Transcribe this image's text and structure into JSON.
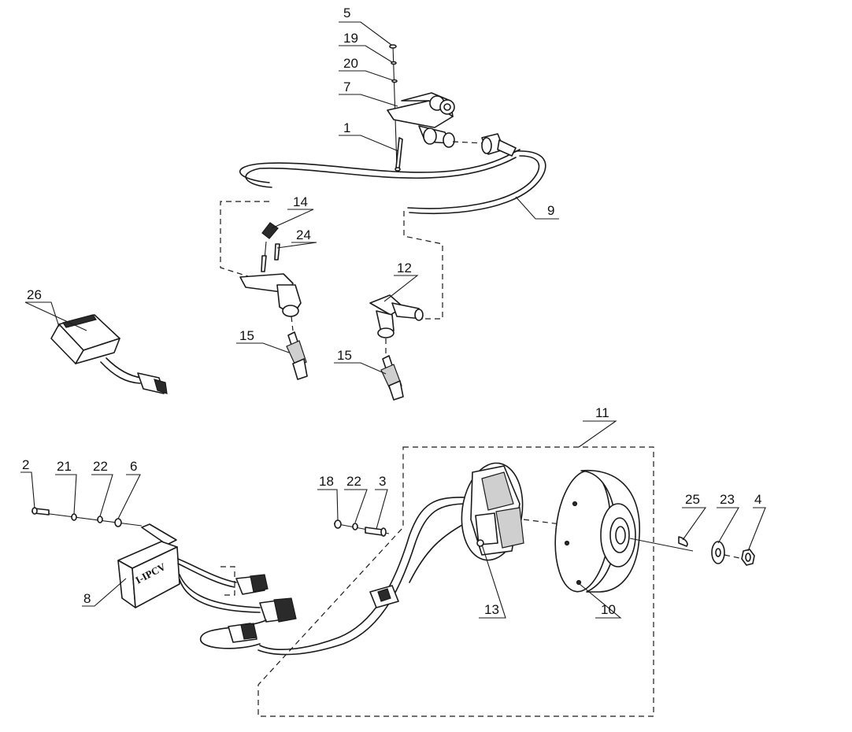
{
  "diagram": {
    "callouts": {
      "c1": "1",
      "c2": "2",
      "c3": "3",
      "c4": "4",
      "c5": "5",
      "c6": "6",
      "c7": "7",
      "c8": "8",
      "c9": "9",
      "c10": "10",
      "c11": "11",
      "c12": "12",
      "c13": "13",
      "c14": "14",
      "c15a": "15",
      "c15b": "15",
      "c18": "18",
      "c19": "19",
      "c20": "20",
      "c21": "21",
      "c22a": "22",
      "c22b": "22",
      "c23": "23",
      "c24": "24",
      "c25": "25",
      "c26": "26"
    },
    "cdi_brand_text": "I-IPCV"
  }
}
